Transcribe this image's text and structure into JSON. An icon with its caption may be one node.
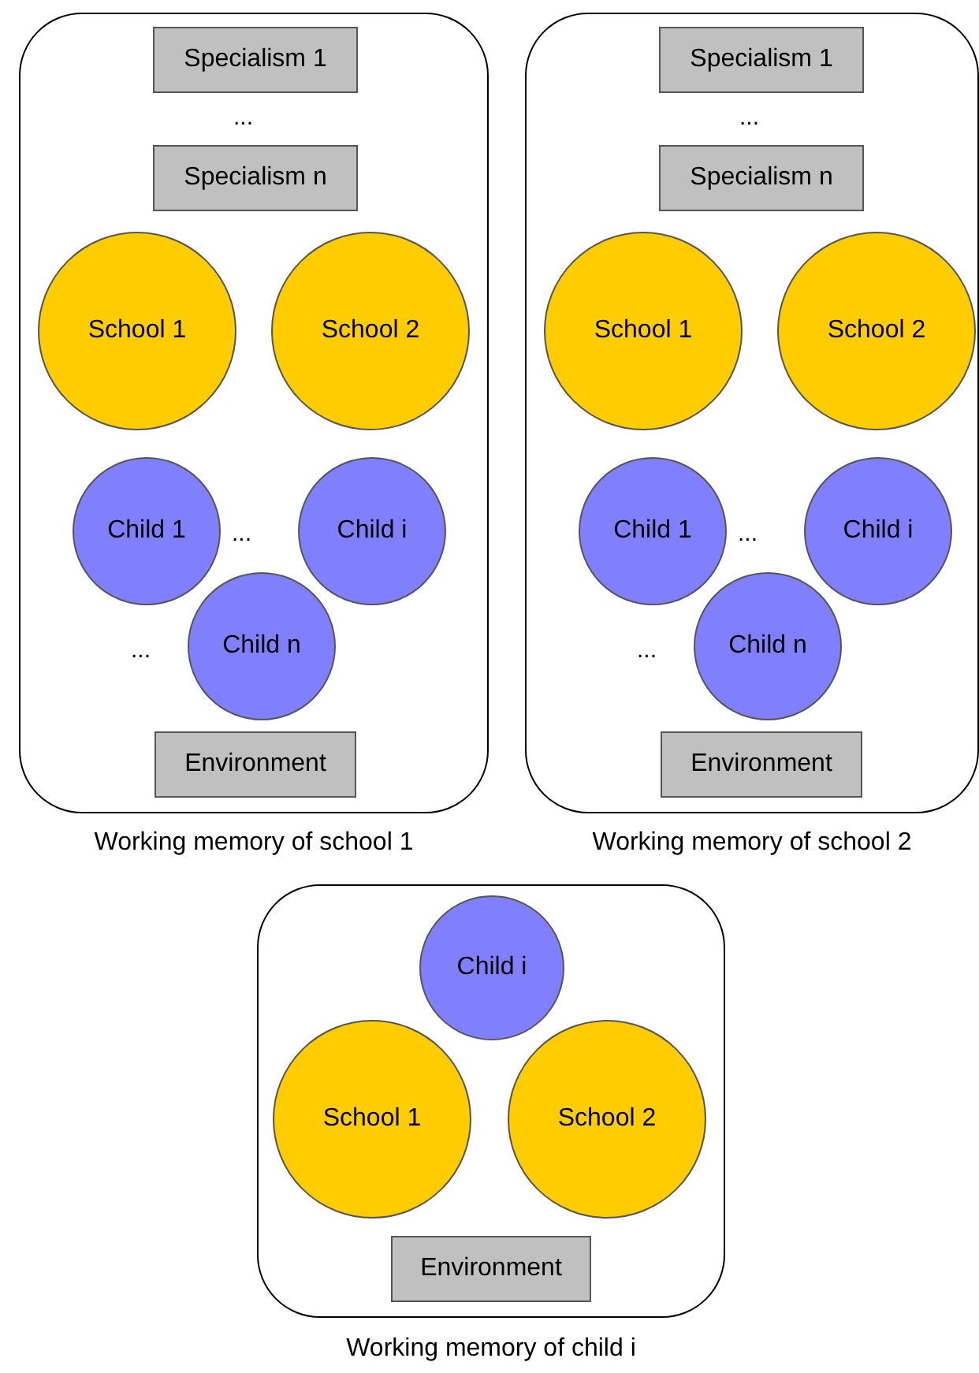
{
  "diagram": {
    "nodes": [
      {
        "text": [
          "Working memory of school 1"
        ]
      },
      {
        "text": [
          "Specialism 1"
        ],
        "in": 0
      },
      {
        "text": [
          "Specialism n"
        ],
        "in": 0
      },
      {
        "text": [
          "School 1"
        ],
        "in": 0
      },
      {
        "text": [
          "School 2"
        ],
        "in": 0
      },
      {
        "text": [
          "Child 1"
        ],
        "in": 0
      },
      {
        "text": [
          "Child i"
        ],
        "in": 0
      },
      {
        "text": [
          "Child n"
        ],
        "in": 0
      },
      {
        "text": [
          "Environment"
        ],
        "in": 0
      },
      {
        "text": [
          "Working memory of school 2"
        ]
      },
      {
        "text": [
          "Specialism 1"
        ],
        "in": 9
      },
      {
        "text": [
          "Specialism n"
        ],
        "in": 9
      },
      {
        "text": [
          "School 1"
        ],
        "in": 9
      },
      {
        "text": [
          "School 2"
        ],
        "in": 9
      },
      {
        "text": [
          "Child 1"
        ],
        "in": 9
      },
      {
        "text": [
          "Child i"
        ],
        "in": 9
      },
      {
        "text": [
          "Child n"
        ],
        "in": 9
      },
      {
        "text": [
          "Environment"
        ],
        "in": 9
      },
      {
        "text": [
          "Working memory of child i"
        ]
      },
      {
        "text": [
          "Child i"
        ],
        "in": 18
      },
      {
        "text": [
          "School 1"
        ],
        "in": 18
      },
      {
        "text": [
          "School 2"
        ],
        "in": 18
      },
      {
        "text": [
          "Environment"
        ],
        "in": 18
      }
    ],
    "edges": [],
    "labels": [
      "...",
      "...",
      "...",
      "...",
      "...",
      "..."
    ]
  }
}
